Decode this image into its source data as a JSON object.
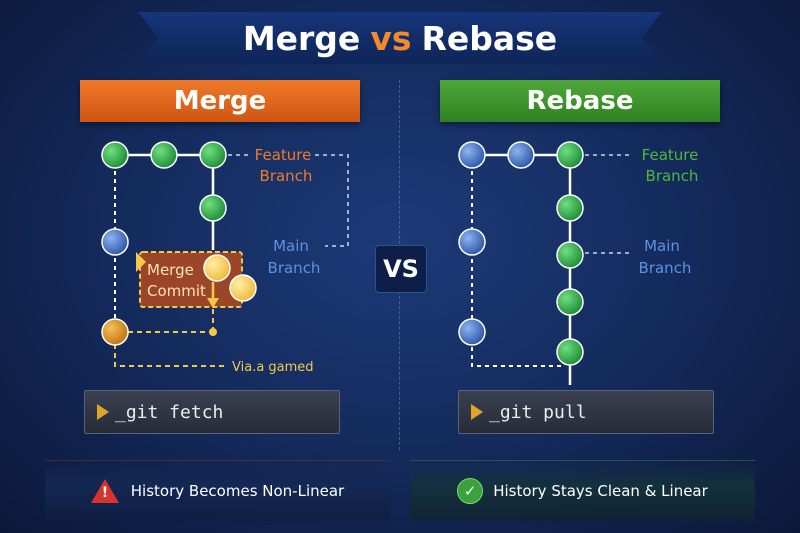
{
  "title": {
    "prefix": "Merge",
    "vs": "vs",
    "suffix": "Rebase"
  },
  "vs_badge": "VS",
  "merge": {
    "header": "Merge",
    "feature_label_1": "Feature",
    "feature_label_2": "Branch",
    "main_label_1": "Main",
    "main_label_2": "Branch",
    "merge_commit_1": "Merge",
    "merge_commit_2": "Commit",
    "annotation": "Via.a gamed",
    "command": "_git fetch",
    "footer": "History Becomes Non-Linear"
  },
  "rebase": {
    "header": "Rebase",
    "feature_label_1": "Feature",
    "feature_label_2": "Branch",
    "main_label_1": "Main",
    "main_label_2": "Branch",
    "command": "_git pull",
    "footer": "History Stays Clean & Linear"
  },
  "colors": {
    "merge_accent": "#e8651c",
    "rebase_accent": "#3d9a2e",
    "feature_text_merge": "#f07a2a",
    "feature_text_rebase": "#4fb83a",
    "main_text": "#5b93e0",
    "commit_green": "#2ea84a",
    "commit_blue": "#3a6fc6",
    "commit_orange": "#e0901c",
    "merge_commit_yellow": "#f5c84a"
  },
  "icons": {
    "warning": "warning-icon",
    "check": "check-icon",
    "prompt": "prompt-icon"
  }
}
